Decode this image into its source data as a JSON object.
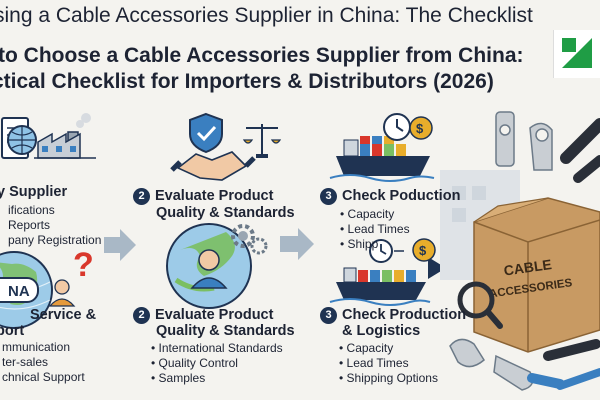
{
  "title_line1": "sing a Cable Accessories Supplier in China: The Checklist",
  "title_line2": "to Choose a Cable Accessories Supplier from China:",
  "title_line3": "ctical Checklist for Importers & Distributors (2026)",
  "left": {
    "heading": "y Supplier",
    "items": [
      "ifications",
      "Reports",
      "pany Registration"
    ],
    "globe_label": "NA",
    "question_mark": "?",
    "heading2_line1": "Service &",
    "heading2_line2": "port",
    "items2": [
      "mmunication",
      "ter-sales",
      "chnical Support"
    ]
  },
  "middle": {
    "step_number": "2",
    "heading_line1": "Evaluate Product",
    "heading_line2": "Quality & Standards",
    "step_number_b": "2",
    "heading_b_line1": "Evaluate Product",
    "heading_b_line2": "Quality & Standards",
    "items": [
      "International Standards",
      "Quality Control",
      "Samples"
    ]
  },
  "right": {
    "step_number": "3",
    "heading": "Check Poduction",
    "items": [
      "Capacity",
      "Lead Times",
      "Shipp"
    ],
    "step_number_b": "3",
    "heading_b_line1": "Check Production",
    "heading_b_line2": "& Logistics",
    "items_b": [
      "Capacity",
      "Lead Times",
      "Shipping Options"
    ]
  },
  "box": {
    "line1": "CABLE",
    "line2": "ACCESSORIES"
  },
  "colors": {
    "navy": "#1f3352",
    "logo_green": "#1f9d45",
    "arrow": "#a9b8c6",
    "box": "#c89a63",
    "coin": "#e8ad2b"
  }
}
